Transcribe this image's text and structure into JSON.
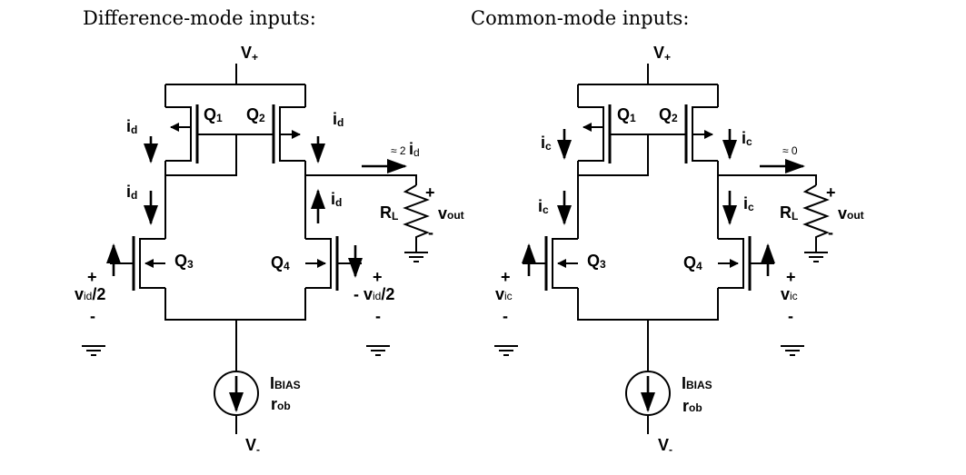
{
  "titles": {
    "difference": "Difference-mode inputs:",
    "common": "Common-mode inputs:"
  },
  "left": {
    "vplus": {
      "v": "V",
      "s": "+"
    },
    "vminus": {
      "v": "V",
      "s": "-"
    },
    "q1": {
      "m": "Q",
      "n": "1"
    },
    "q2": {
      "m": "Q",
      "n": "2"
    },
    "q3": {
      "m": "Q",
      "n": "3"
    },
    "q4": {
      "m": "Q",
      "n": "4"
    },
    "i_q1": {
      "m": "i",
      "s": "d"
    },
    "i_q2": {
      "m": "i",
      "s": "d"
    },
    "i_q3": {
      "m": "i",
      "s": "d"
    },
    "i_q4": {
      "m": "i",
      "s": "d"
    },
    "out_current": {
      "pre": "≈ 2 ",
      "m": "i",
      "s": "d"
    },
    "rl": {
      "m": "R",
      "s": "L"
    },
    "vout": {
      "m": "v",
      "s": "out"
    },
    "in1": {
      "plus": "+",
      "minus": "-",
      "m": "v",
      "s": "id",
      "post": "/2"
    },
    "in2": {
      "plus": "+",
      "minus": "-",
      "pre": "- ",
      "m": "v",
      "s": "id",
      "post": "/2"
    },
    "rl_plus": "+",
    "rl_minus": "-",
    "ibias": {
      "m": "I",
      "s": "BIAS"
    },
    "rob": {
      "m": "r",
      "s": "ob"
    }
  },
  "right": {
    "vplus": {
      "v": "V",
      "s": "+"
    },
    "vminus": {
      "v": "V",
      "s": "-"
    },
    "q1": {
      "m": "Q",
      "n": "1"
    },
    "q2": {
      "m": "Q",
      "n": "2"
    },
    "q3": {
      "m": "Q",
      "n": "3"
    },
    "q4": {
      "m": "Q",
      "n": "4"
    },
    "i_q1": {
      "m": "i",
      "s": "c"
    },
    "i_q2": {
      "m": "i",
      "s": "c"
    },
    "i_q3": {
      "m": "i",
      "s": "c"
    },
    "i_q4": {
      "m": "i",
      "s": "c"
    },
    "out_current": {
      "pre": "≈ 0"
    },
    "rl": {
      "m": "R",
      "s": "L"
    },
    "vout": {
      "m": "v",
      "s": "out"
    },
    "in1": {
      "plus": "+",
      "minus": "-",
      "m": "v",
      "s": "ic"
    },
    "in2": {
      "plus": "+",
      "minus": "-",
      "m": "v",
      "s": "ic"
    },
    "rl_plus": "+",
    "rl_minus": "-",
    "ibias": {
      "m": "I",
      "s": "BIAS"
    },
    "rob": {
      "m": "r",
      "s": "ob"
    }
  }
}
